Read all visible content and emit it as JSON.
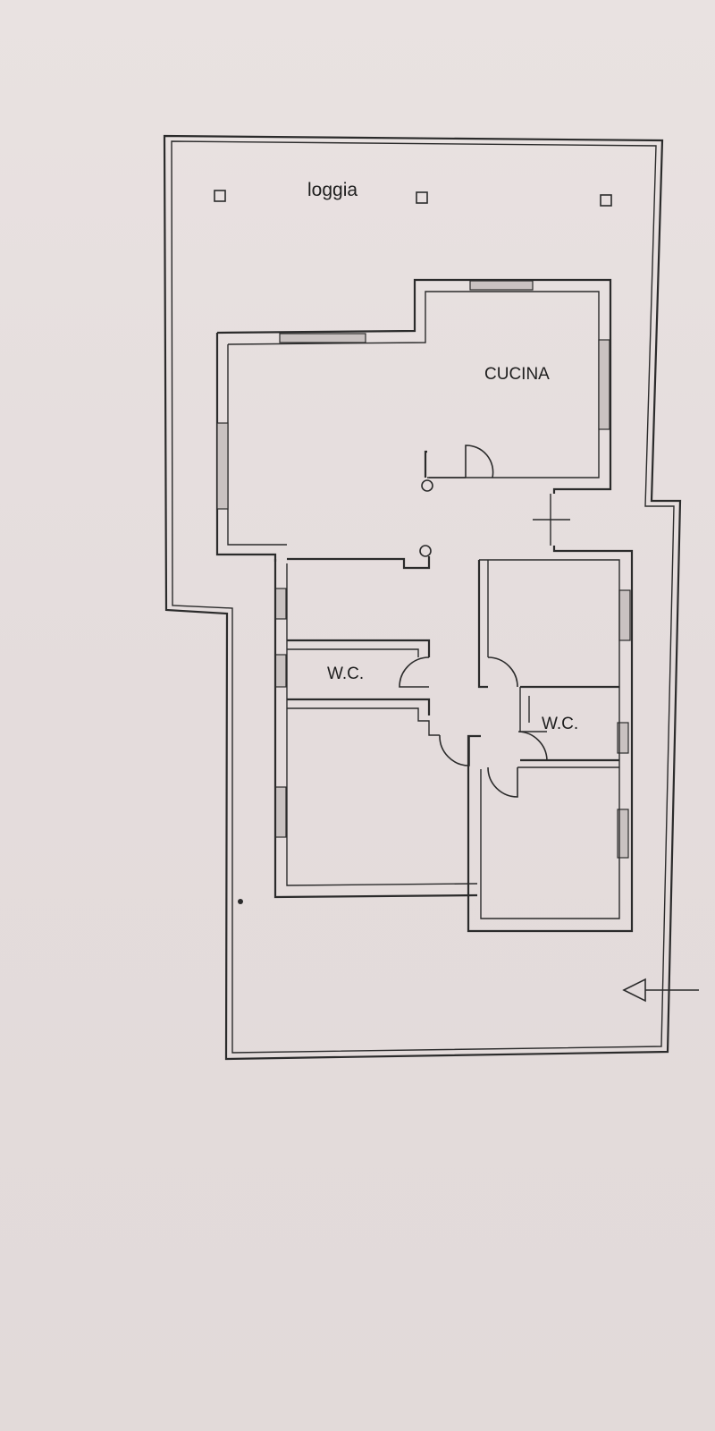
{
  "plan": {
    "labels": {
      "loggia": "loggia",
      "cucina": "CUCINA",
      "wc_left": "W.C.",
      "wc_right": "W.C."
    },
    "entrance_symbol": "entrance-arrow-icon",
    "colors": {
      "paper": "#e6dedd",
      "ink": "#2b2b2b"
    }
  }
}
